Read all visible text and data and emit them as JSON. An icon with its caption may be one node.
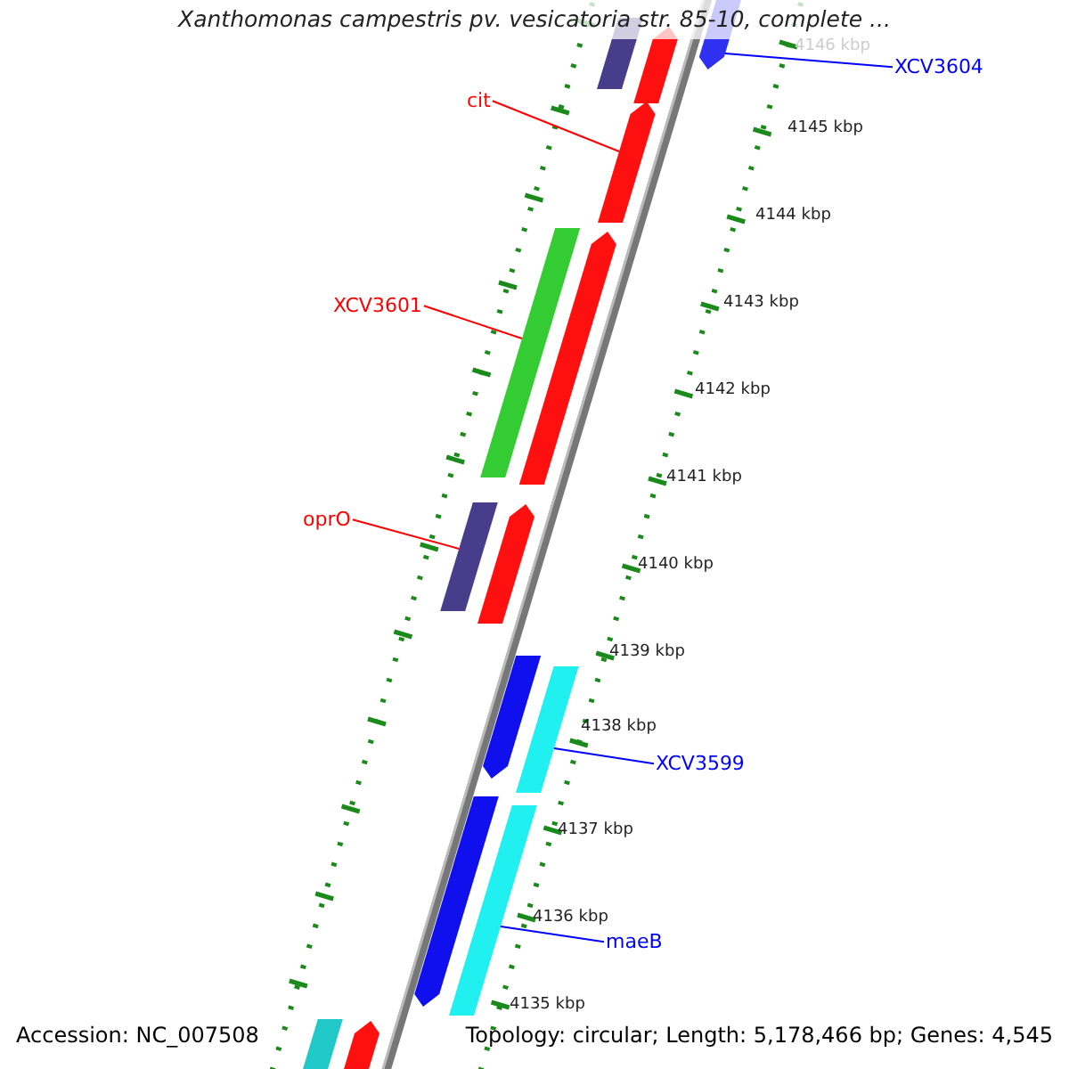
{
  "diagram": {
    "title": "Xanthomonas campestris pv. vesicatoria str. 85-10, complete ...",
    "nodes": [
      {
        "text": [
          "XCV3604"
        ]
      },
      {
        "text": [],
        "shape": "bar"
      },
      {
        "text": [],
        "shape": "bar"
      },
      {
        "text": [],
        "shape": "bar"
      },
      {
        "text": [
          "cit"
        ]
      },
      {
        "text": [],
        "shape": "bar"
      },
      {
        "text": [
          "XCV3601"
        ]
      },
      {
        "text": [],
        "shape": "bar"
      },
      {
        "text": [],
        "shape": "bar"
      },
      {
        "text": [
          "oprO"
        ]
      },
      {
        "text": [],
        "shape": "bar"
      },
      {
        "text": [],
        "shape": "bar"
      },
      {
        "text": [],
        "shape": "bar"
      },
      {
        "text": [],
        "shape": "bar"
      },
      {
        "text": [
          "XCV3599"
        ]
      },
      {
        "text": [],
        "shape": "bar"
      },
      {
        "text": [],
        "shape": "bar"
      },
      {
        "text": [
          "maeB"
        ]
      },
      {
        "text": [],
        "shape": "bar"
      },
      {
        "text": [],
        "shape": "bar"
      }
    ],
    "edges": [
      {
        "from": 0,
        "to": 1,
        "arrow": "none",
        "color": "#0000ff"
      },
      {
        "from": 4,
        "to": 5,
        "arrow": "none",
        "color": "#ff0000"
      },
      {
        "from": 6,
        "to": 7,
        "arrow": "none",
        "color": "#ff0000"
      },
      {
        "from": 9,
        "to": 10,
        "arrow": "none",
        "color": "#ff0000"
      },
      {
        "from": 14,
        "to": 13,
        "arrow": "none",
        "color": "#0000ff"
      },
      {
        "from": 17,
        "to": 16,
        "arrow": "none",
        "color": "#0000ff"
      }
    ],
    "labels": [
      "4146 kbp",
      "4145 kbp",
      "4144 kbp",
      "4143 kbp",
      "4142 kbp",
      "4141 kbp",
      "4140 kbp",
      "4139 kbp",
      "4138 kbp",
      "4137 kbp",
      "4136 kbp",
      "4135 kbp",
      "Accession: NC_007508",
      "Topology: circular; Length: 5,178,466 bp; Genes: 4,545"
    ]
  }
}
